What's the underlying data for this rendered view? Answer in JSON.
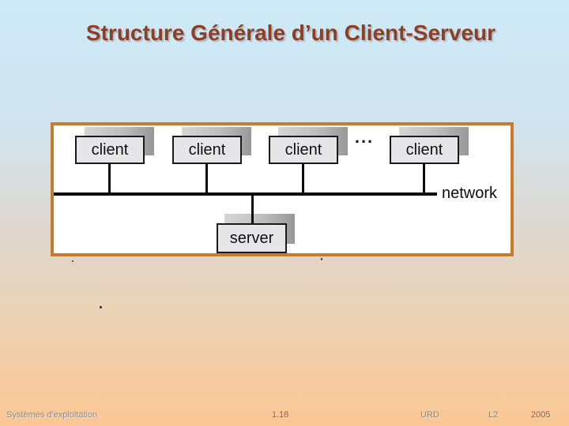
{
  "title": {
    "text": "Structure Générale d’un Client-Serveur",
    "color": "#8e3e22"
  },
  "diagram": {
    "client_labels": [
      "client",
      "client",
      "client",
      "client"
    ],
    "server_label": "server",
    "ellipsis": "...",
    "network_label": "network",
    "border_color": "#c87c2b",
    "node_fill": "#e6e6e8",
    "node_border": "#1a1a1a",
    "background": "#ffffff"
  },
  "background": {
    "top_color": "#cdeaf8",
    "bottom_color": "#fbc794"
  },
  "footer": {
    "course": "Systèmes d'exploitation",
    "page": "1.18",
    "org": "URD",
    "level": "L2",
    "year": "2005"
  }
}
